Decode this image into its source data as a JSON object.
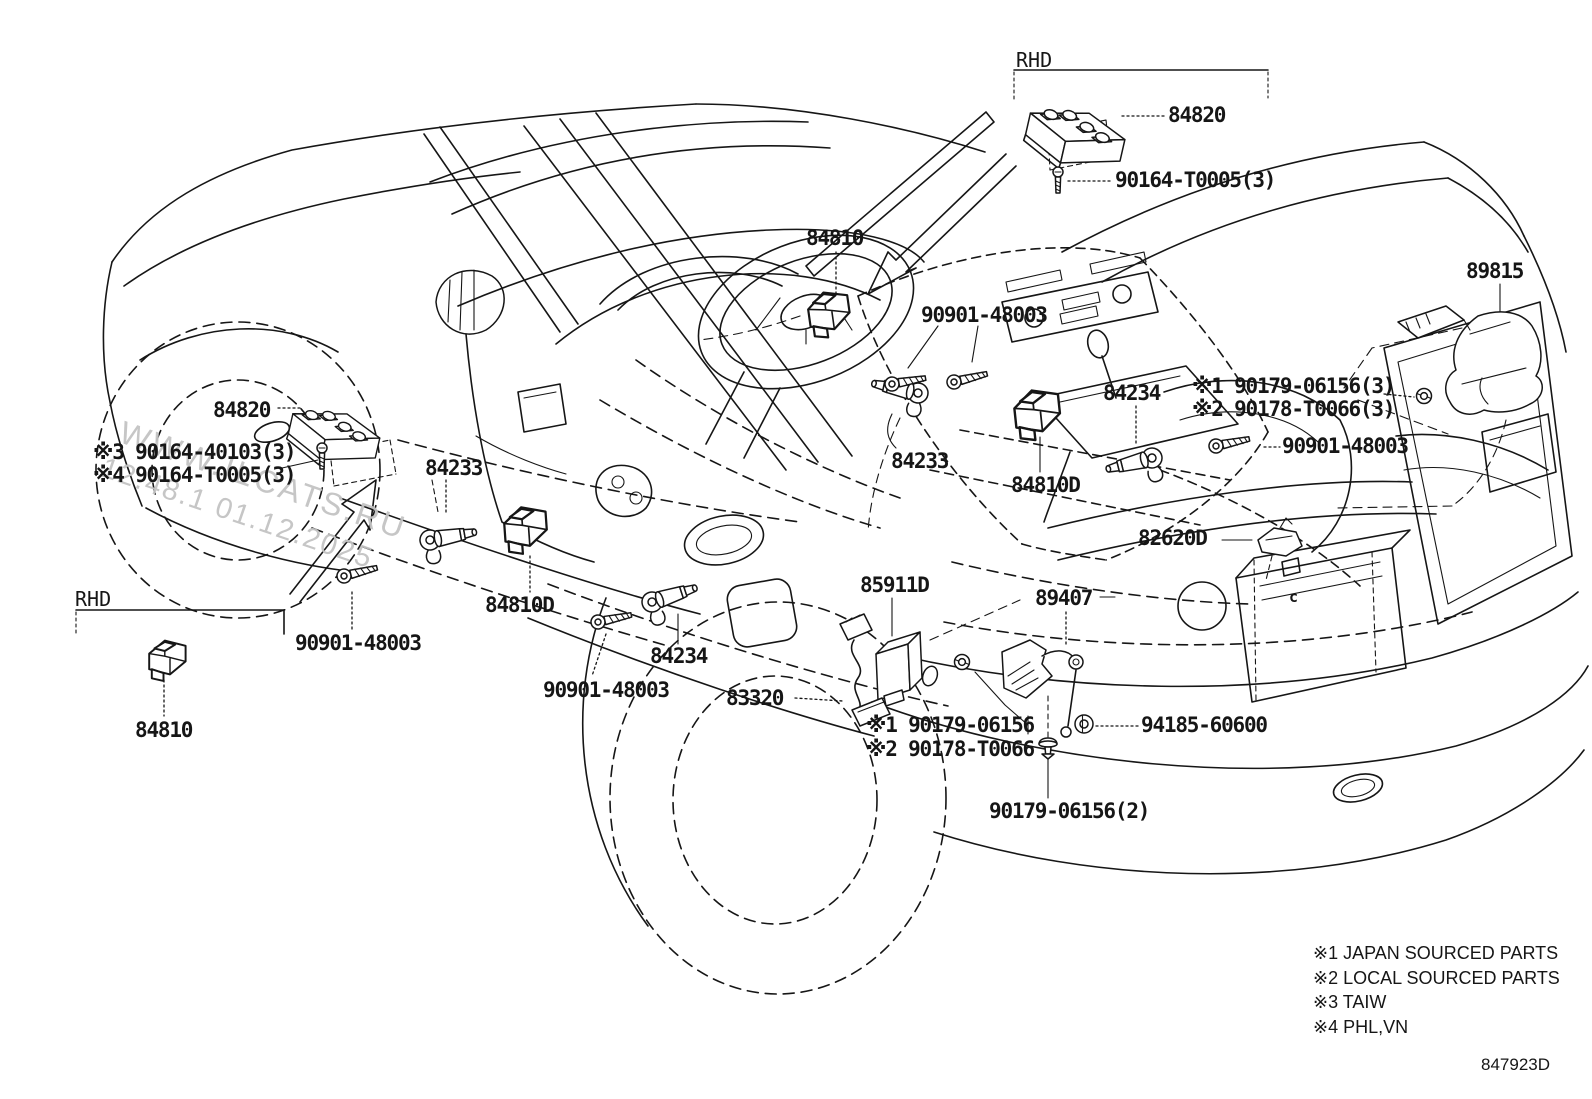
{
  "colors": {
    "background": "#ffffff",
    "ink": "#161616",
    "watermark": "#c3c3c3"
  },
  "watermark": {
    "line1": "WWW.ILCATS.RU",
    "line2": "12.48.1 01.12.2025"
  },
  "groups": {
    "rhd_top": "RHD",
    "rhd_bottom": "RHD"
  },
  "labels": {
    "top_84820": "84820",
    "top_90164": "90164-T0005(3)",
    "top_84810": "84810",
    "top_90901": "90901-48003",
    "r_89815": "89815",
    "r_x1": "※1 90179-06156(3)",
    "r_x2": "※2 90178-T0066(3)",
    "r_90901": "90901-48003",
    "r_84234": "84234",
    "r_84233": "84233",
    "r_84810d": "84810D",
    "r_82620d": "82620D",
    "m_85911d": "85911D",
    "m_89407": "89407",
    "l_84820": "84820",
    "l_x3": "※3 90164-40103(3)",
    "l_x4": "※4 90164-T0005(3)",
    "l_84233": "84233",
    "l_84810d": "84810D",
    "l_90901": "90901-48003",
    "b_84234": "84234",
    "b_90901": "90901-48003",
    "b_83320": "83320",
    "b_x1": "※1 90179-06156",
    "b_x2": "※2 90178-T0066",
    "b_94185": "94185-60600",
    "b_90179": "90179-06156(2)",
    "bl_84810": "84810"
  },
  "annotations": {
    "trunk_c": "c"
  },
  "legend": {
    "items": [
      "※1 JAPAN SOURCED PARTS",
      "※2 LOCAL SOURCED PARTS",
      "※3 TAIW",
      "※4 PHL,VN"
    ]
  },
  "drawing_code": "847923D"
}
